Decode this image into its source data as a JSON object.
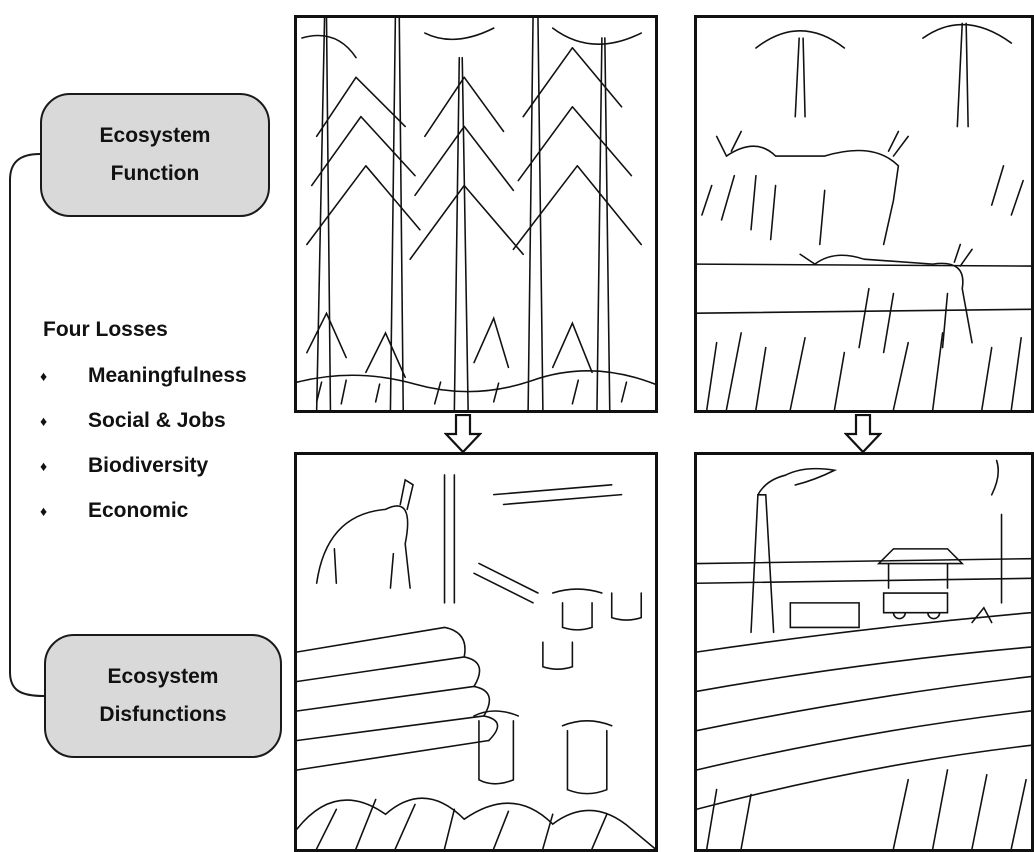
{
  "boxes": {
    "function": {
      "line1": "Ecosystem",
      "line2": "Function"
    },
    "disfunction": {
      "line1": "Ecosystem",
      "line2": "Disfunctions"
    }
  },
  "losses": {
    "title": "Four Losses",
    "bullet": "♦",
    "items": [
      "Meaningfulness",
      "Social & Jobs",
      "Biodiversity",
      "Economic"
    ]
  },
  "panels": {
    "top_left": "forest-sketch",
    "top_right": "savanna-wildlife-sketch",
    "bottom_left": "logging-sketch",
    "bottom_right": "industrial-sketch"
  },
  "colors": {
    "box_fill": "#d9d9d9",
    "ink": "#111111"
  }
}
